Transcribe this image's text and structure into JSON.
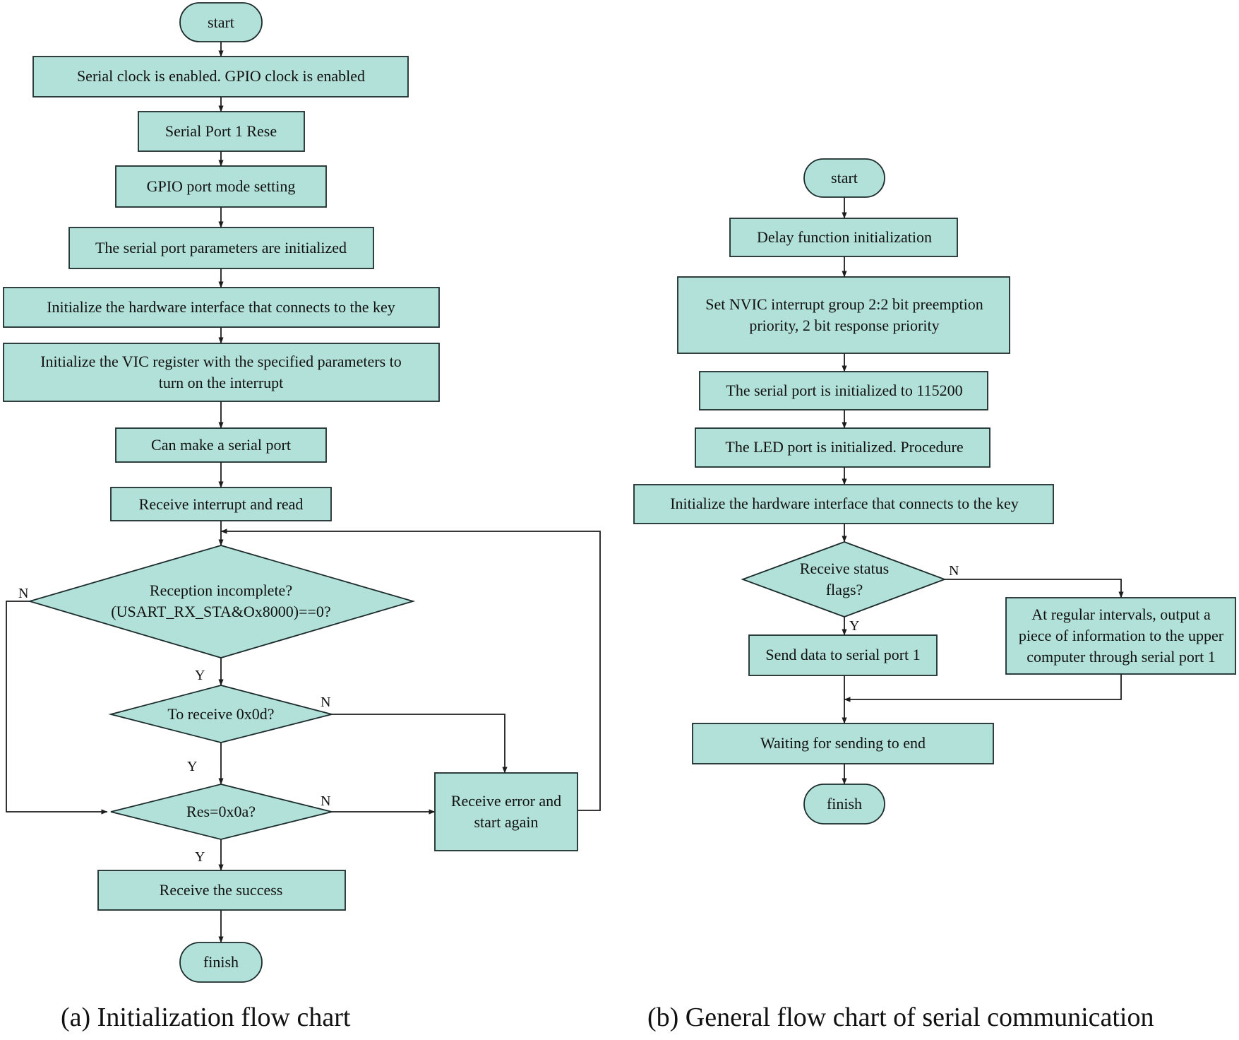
{
  "captions": {
    "a": "(a) Initialization flow chart",
    "b": "(b) General flow chart of serial communication"
  },
  "colors": {
    "node_fill": "#b2e1d9",
    "stroke": "#1c2b2b"
  },
  "chart_a": {
    "nodes": {
      "start": [
        "start"
      ],
      "serial_clock": [
        "Serial clock is enabled. GPIO clock is enabled"
      ],
      "port_reset": [
        "Serial Port 1 Rese"
      ],
      "gpio_mode": [
        "GPIO port mode setting"
      ],
      "serial_params": [
        "The serial port parameters are initialized"
      ],
      "init_key": [
        "Initialize the hardware interface that connects to the key"
      ],
      "init_vic": [
        "Initialize the VIC register with the specified parameters to",
        "turn on the interrupt"
      ],
      "enable_port": [
        "Can make a serial port"
      ],
      "recv_interrupt": [
        "Receive interrupt and read"
      ],
      "reception_incomplete": [
        "Reception incomplete?",
        "(USART_RX_STA&Ox8000)==0?"
      ],
      "receive_0d": [
        "To receive 0x0d?"
      ],
      "res_0a": [
        "Res=0x0a?"
      ],
      "recv_error": [
        "Receive error and",
        "start again"
      ],
      "recv_success": [
        "Receive the success"
      ],
      "finish": [
        "finish"
      ]
    },
    "edge_labels": {
      "incomplete_n": "N",
      "incomplete_y": "Y",
      "receive_0d_n": "N",
      "receive_0d_y": "Y",
      "res_0a_n": "N",
      "res_0a_y": "Y"
    }
  },
  "chart_b": {
    "nodes": {
      "start": [
        "start"
      ],
      "delay_init": [
        "Delay function initialization"
      ],
      "nvic_group": [
        "Set NVIC interrupt group 2:2 bit preemption",
        "priority, 2 bit response priority"
      ],
      "serial_115200": [
        "The serial port is initialized to 115200"
      ],
      "led_port": [
        "The LED port is initialized.  Procedure"
      ],
      "init_key": [
        "Initialize the hardware interface that connects to the key"
      ],
      "status_flags": [
        "Receive status",
        "flags?"
      ],
      "send_data": [
        "Send data to serial port 1"
      ],
      "regular_output": [
        "At regular intervals, output a",
        "piece of information to the upper",
        "computer through serial port 1"
      ],
      "wait_end": [
        "Waiting for sending to end"
      ],
      "finish": [
        "finish"
      ]
    },
    "edge_labels": {
      "status_n": "N",
      "status_y": "Y"
    }
  }
}
